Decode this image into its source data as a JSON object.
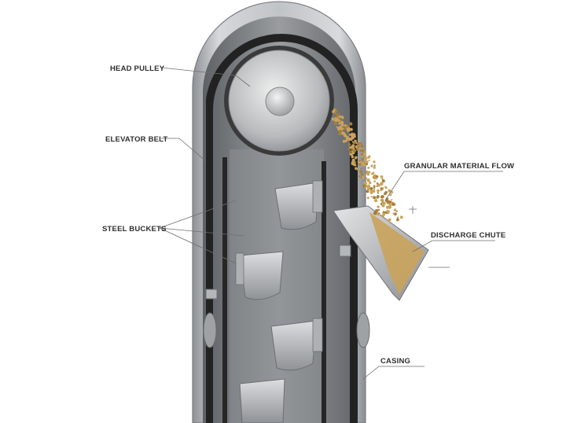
{
  "labels": {
    "head_pulley": "HEAD PULLEY",
    "elevator_belt": "ELEVATOR BELT",
    "steel_buckets": "STEEL BUCKETS",
    "granular_flow": "GRANULAR MATERIAL FLOW",
    "discharge_chute": "DISCHARGE CHUTE",
    "casing": "CASING"
  },
  "colors": {
    "casing_steel": "#b9bcbf",
    "belt": "#2a2a2a",
    "interior": "#7e8184",
    "grain": "#c9a35c"
  }
}
